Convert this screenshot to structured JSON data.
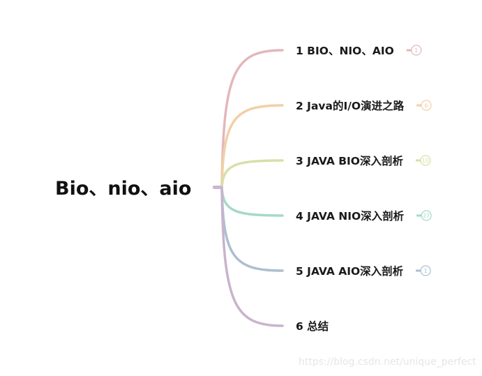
{
  "root": {
    "label": "Bio、nio、aio"
  },
  "branches": [
    {
      "label": "1 BIO、NIO、AIO",
      "count": "1",
      "color": "#e3b7ba"
    },
    {
      "label": "2 Java的I/O演进之路",
      "count": "6",
      "color": "#f3cfa6"
    },
    {
      "label": "3 JAVA BIO深入剖析",
      "count": "10",
      "color": "#d6e0a6"
    },
    {
      "label": "4 JAVA NIO深入剖析",
      "count": "27",
      "color": "#a6d8c8"
    },
    {
      "label": "5 JAVA AIO深入剖析",
      "count": "1",
      "color": "#acbfd0"
    },
    {
      "label": "6 总结",
      "count": "",
      "color": "#c7b4cb"
    }
  ],
  "watermark": "https://blog.csdn.net/unique_perfect"
}
